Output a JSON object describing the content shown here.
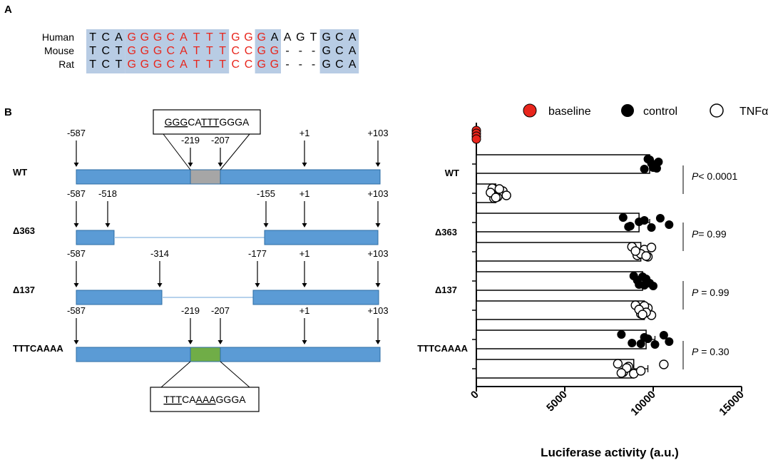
{
  "panel_a": {
    "label": "A",
    "species": [
      {
        "name": "Human",
        "seq": [
          "T",
          "C",
          "A",
          "G",
          "G",
          "G",
          "C",
          "A",
          "T",
          "T",
          "T",
          "G",
          "G",
          "G",
          "A",
          "A",
          "G",
          "T",
          "G",
          "C",
          "A"
        ]
      },
      {
        "name": "Mouse",
        "seq": [
          "T",
          "C",
          "T",
          "G",
          "G",
          "G",
          "C",
          "A",
          "T",
          "T",
          "T",
          "C",
          "C",
          "G",
          "G",
          "-",
          "-",
          "-",
          "G",
          "C",
          "A"
        ]
      },
      {
        "name": "Rat",
        "seq": [
          "T",
          "C",
          "T",
          "G",
          "G",
          "G",
          "C",
          "A",
          "T",
          "T",
          "T",
          "C",
          "C",
          "G",
          "G",
          "-",
          "-",
          "-",
          "G",
          "C",
          "A"
        ]
      }
    ],
    "colors": {
      "highlight": "#b8cce4",
      "conserved_text": "#e8251c",
      "text": "#000000"
    }
  },
  "panel_b": {
    "label": "B",
    "wt_box_seq": [
      {
        "t": "GGG",
        "u": true
      },
      {
        "t": "CA",
        "u": false
      },
      {
        "t": "TTT",
        "u": true
      },
      {
        "t": "GGGA",
        "u": false
      }
    ],
    "mut_box_seq": [
      {
        "t": "TTT",
        "u": true
      },
      {
        "t": "CA",
        "u": false
      },
      {
        "t": "AAA",
        "u": true
      },
      {
        "t": "GGGA",
        "u": false
      }
    ],
    "constructs": [
      {
        "name": "WT",
        "positions": [
          "-587",
          "-219",
          "-207",
          "+1",
          "+103"
        ]
      },
      {
        "name": "Δ363",
        "positions": [
          "-587",
          "-518",
          "-155",
          "+1",
          "+103"
        ]
      },
      {
        "name": "Δ137",
        "positions": [
          "-587",
          "-314",
          "-177",
          "+1",
          "+103"
        ]
      },
      {
        "name": "TTTCAAAA",
        "positions": [
          "-587",
          "-219",
          "-207",
          "+1",
          "+103"
        ]
      }
    ],
    "colors": {
      "bar": "#5b9bd5",
      "bar_edge": "#2e6da4",
      "wt_site": "#a6a6a6",
      "mut_site": "#70ad47",
      "deletion_line": "#9dc3e6"
    }
  },
  "chart_data": {
    "type": "bar",
    "orientation": "horizontal",
    "xlabel": "Luciferase activity (a.u.)",
    "xlim": [
      0,
      15000
    ],
    "xticks": [
      "0",
      "5000",
      "10000",
      "15000"
    ],
    "categories": [
      "WT",
      "Δ363",
      "Δ137",
      "TTTCAAAA"
    ],
    "legend": {
      "position": "top",
      "entries": [
        {
          "name": "baseline",
          "marker": "red-filled-circle"
        },
        {
          "name": "control",
          "marker": "black-filled-circle"
        },
        {
          "name": "TNFα",
          "marker": "open-circle"
        }
      ]
    },
    "baseline_values": [
      0,
      0,
      0,
      0
    ],
    "bars": [
      {
        "category": "WT",
        "group": "control",
        "mean": 9800,
        "err": 300,
        "points": [
          9700,
          10000,
          10300,
          9500,
          9800,
          10100,
          9900,
          10200
        ]
      },
      {
        "category": "WT",
        "group": "TNFα",
        "mean": 1100,
        "err": 250,
        "points": [
          900,
          1200,
          1500,
          1000,
          1300,
          1700,
          800,
          1100
        ]
      },
      {
        "category": "Δ363",
        "group": "control",
        "mean": 9200,
        "err": 600,
        "points": [
          8300,
          8700,
          9500,
          9900,
          10400,
          10900,
          9200,
          8600
        ]
      },
      {
        "category": "Δ363",
        "group": "TNFα",
        "mean": 9300,
        "err": 400,
        "points": [
          8800,
          9100,
          9500,
          9700,
          9900,
          9300,
          9000,
          9600
        ]
      },
      {
        "category": "Δ137",
        "group": "control",
        "mean": 9400,
        "err": 350,
        "points": [
          8900,
          9200,
          9600,
          10000,
          9400,
          9800,
          9100,
          9500
        ]
      },
      {
        "category": "Δ137",
        "group": "TNFα",
        "mean": 9500,
        "err": 300,
        "points": [
          9000,
          9300,
          9700,
          9900,
          9500,
          9600,
          9200,
          9400
        ]
      },
      {
        "category": "TTTCAAAA",
        "group": "control",
        "mean": 9600,
        "err": 500,
        "points": [
          8200,
          8800,
          9500,
          10100,
          10600,
          10900,
          9700,
          9300
        ]
      },
      {
        "category": "TTTCAAAA",
        "group": "TNFα",
        "mean": 8900,
        "err": 800,
        "points": [
          8000,
          8300,
          8600,
          8900,
          10600,
          9300,
          8500,
          8200
        ]
      }
    ],
    "pvalues": [
      {
        "category": "WT",
        "label": "P< 0.0001"
      },
      {
        "category": "Δ363",
        "label": "P= 0.99"
      },
      {
        "category": "Δ137",
        "label": "P = 0.99"
      },
      {
        "category": "TTTCAAAA",
        "label": "P = 0.30"
      }
    ]
  }
}
